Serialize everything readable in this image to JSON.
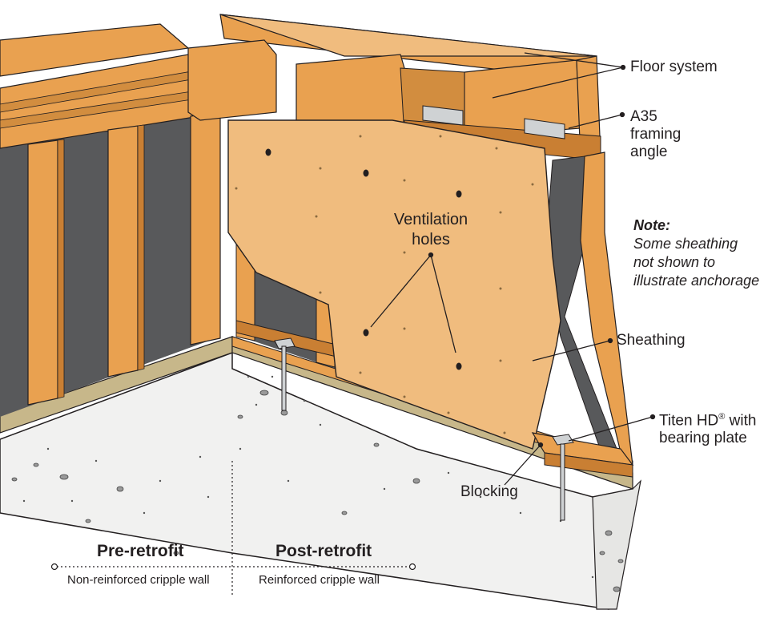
{
  "labels": {
    "floor_system": "Floor system",
    "a35_line1": "A35",
    "a35_line2": "framing",
    "a35_line3": "angle",
    "note_title": "Note:",
    "note_line1": "Some sheathing",
    "note_line2": "not shown to",
    "note_line3": "illustrate anchorage",
    "ventilation_line1": "Ventilation",
    "ventilation_line2": "holes",
    "sheathing": "Sheathing",
    "titen_line1": "Titen HD",
    "titen_reg": "®",
    "titen_line1_suffix": " with",
    "titen_line2": "bearing plate",
    "blocking": "Blocking"
  },
  "legend": {
    "pre_title": "Pre-retrofit",
    "pre_subtitle": "Non-reinforced cripple wall",
    "post_title": "Post-retrofit",
    "post_subtitle": "Reinforced cripple wall"
  },
  "colors": {
    "wood": "#e9a150",
    "wood_dark": "#c97f33",
    "sheathing": "#f0bc7e",
    "concrete": "#f1f1f0",
    "dark_wall": "#58595b",
    "sill": "#c7b78a"
  }
}
